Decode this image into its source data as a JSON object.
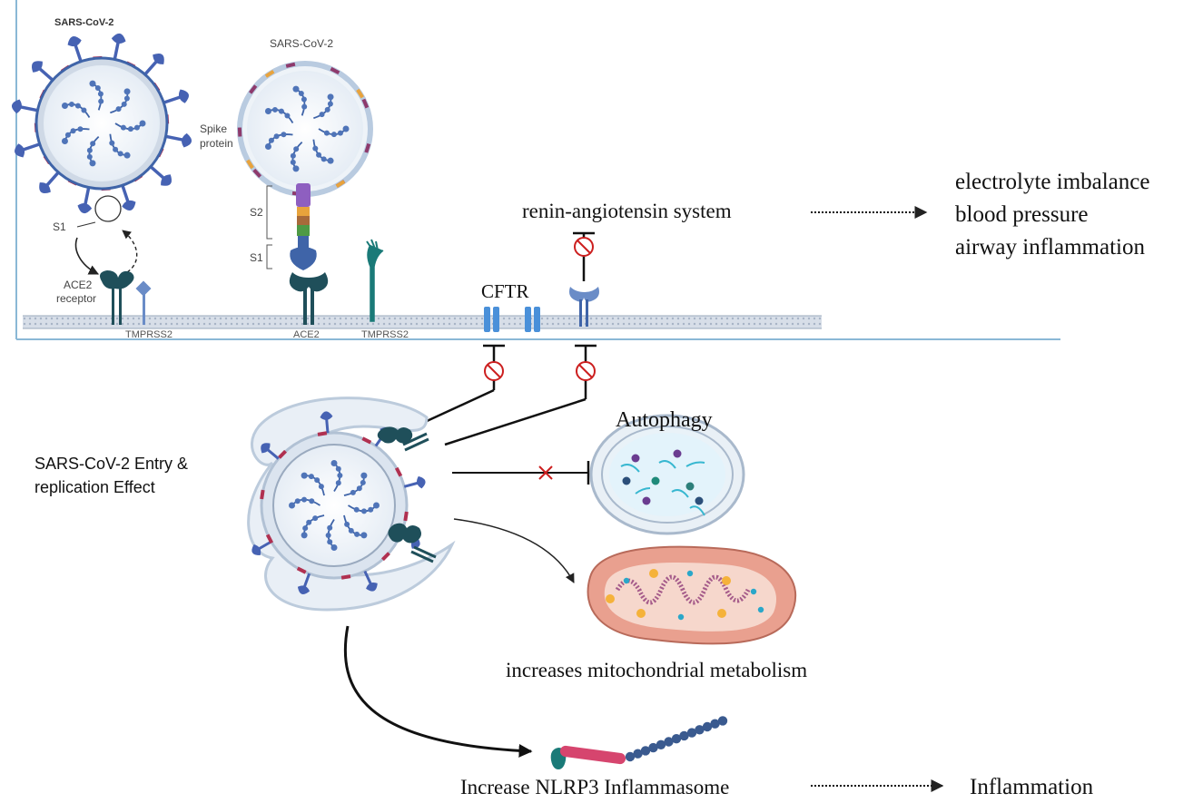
{
  "virus_left": {
    "title": "SARS-CoV-2",
    "s1_label": "S1",
    "ace2_label_line1": "ACE2",
    "ace2_label_line2": "receptor",
    "tmprss2_label": "TMPRSS2"
  },
  "virus_mid": {
    "title": "SARS-CoV-2",
    "spike_line1": "Spike",
    "spike_line2": "protein",
    "s2_label": "S2",
    "s1_label": "S1",
    "ace2_label": "ACE2",
    "tmprss2_label": "TMPRSS2"
  },
  "ras": {
    "label": "renin-angiotensin system"
  },
  "effects": [
    "electrolyte imbalance",
    "blood pressure",
    "airway inflammation"
  ],
  "cftr": {
    "label": "CFTR"
  },
  "entry": {
    "line1": "SARS-CoV-2 Entry &",
    "line2": "replication Effect"
  },
  "autophagy": {
    "label": "Autophagy"
  },
  "mito": {
    "label": "increases mitochondrial metabolism"
  },
  "nlrp3": {
    "label": "Increase NLRP3 Inflammasome"
  },
  "inflammation": {
    "label": "Inflammation"
  },
  "colors": {
    "membrane": "#bcc9d9",
    "virus_body": "#3f64a8",
    "spike": "#4662b3",
    "ace2": "#1f4f5a",
    "block_red": "#cc1f1f",
    "frame": "#8ab8d6"
  }
}
